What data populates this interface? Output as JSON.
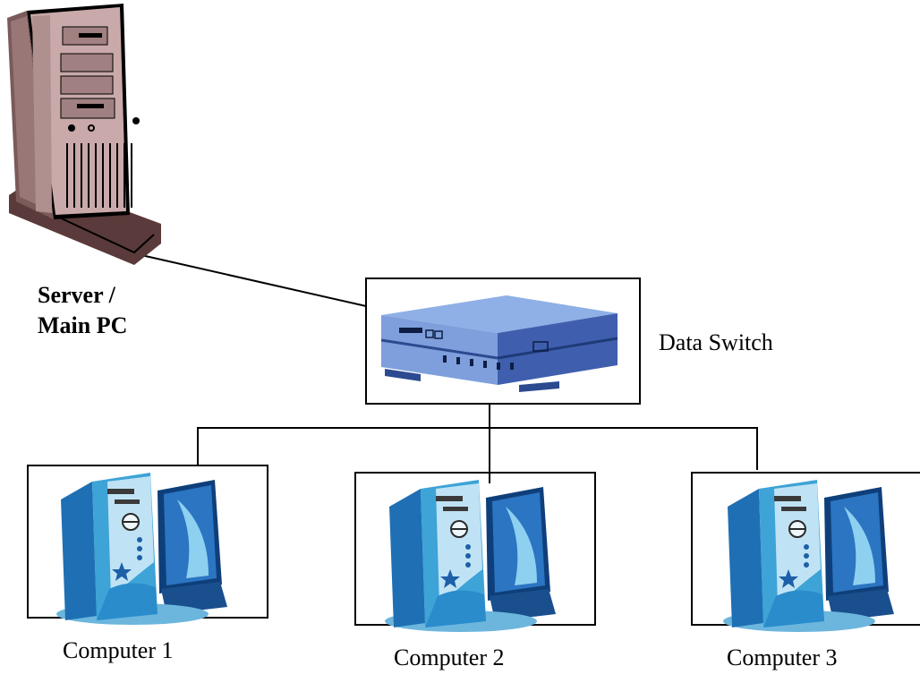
{
  "nodes": {
    "server": {
      "label_line1": "Server /",
      "label_line2": "Main PC",
      "icon": "server-tower-icon"
    },
    "switch": {
      "label": "Data Switch",
      "icon": "network-switch-icon"
    },
    "computers": [
      {
        "label": "Computer 1",
        "icon": "desktop-computer-icon"
      },
      {
        "label": "Computer 2",
        "icon": "desktop-computer-icon"
      },
      {
        "label": "Computer 3",
        "icon": "desktop-computer-icon"
      }
    ]
  },
  "colors": {
    "line": "#000000",
    "server_body": "#c9a9a9",
    "server_shadow": "#7a5a5a",
    "switch_top": "#7e9fdc",
    "switch_side": "#3f5fae",
    "pc_body": "#3ea3d6",
    "pc_light": "#bfe3f4",
    "pc_screen": "#1d5fa8"
  }
}
